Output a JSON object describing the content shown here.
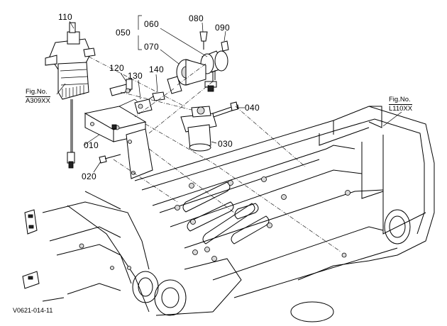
{
  "labels": {
    "p110": "110",
    "p080": "080",
    "p060": "060",
    "p090": "090",
    "p050": "050",
    "p070": "070",
    "p120": "120",
    "p130": "130",
    "p140": "140",
    "p040": "040",
    "p010": "010",
    "p030": "030",
    "p020": "020"
  },
  "refs": {
    "left": {
      "prefix": "Fig.No.",
      "code": "A309XX"
    },
    "right": {
      "prefix": "Fig.No.",
      "code": "L110XX"
    }
  },
  "footer": "V0621-014-11"
}
